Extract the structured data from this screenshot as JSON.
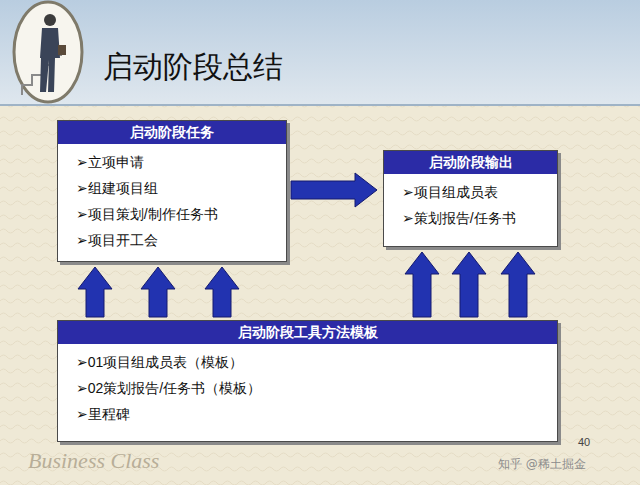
{
  "diagram": {
    "title": "启动阶段总结",
    "nodes": [
      {
        "text": [
          "启动阶段任务",
          "➢立项申请",
          "➢组建项目组",
          "➢项目策划/制作任务书",
          "➢项目开工会"
        ]
      },
      {
        "text": [
          "启动阶段输出",
          "➢项目组成员表",
          "➢策划报告/任务书"
        ]
      },
      {
        "text": [
          "启动阶段工具方法模板",
          "➢01项目组成员表（模板）",
          "➢02策划报告/任务书（模板）",
          "➢里程碑"
        ]
      }
    ],
    "edges": [
      {
        "from": 0,
        "to": 1,
        "arrow": "to"
      },
      {
        "from": 2,
        "to": 0,
        "arrow": "to"
      },
      {
        "from": 2,
        "to": 0,
        "arrow": "to"
      },
      {
        "from": 2,
        "to": 0,
        "arrow": "to"
      },
      {
        "from": 2,
        "to": 1,
        "arrow": "to"
      },
      {
        "from": 2,
        "to": 1,
        "arrow": "to"
      },
      {
        "from": 2,
        "to": 1,
        "arrow": "to"
      }
    ],
    "labels": [
      "40",
      "Business Class",
      "知乎 @稀土掘金"
    ]
  }
}
